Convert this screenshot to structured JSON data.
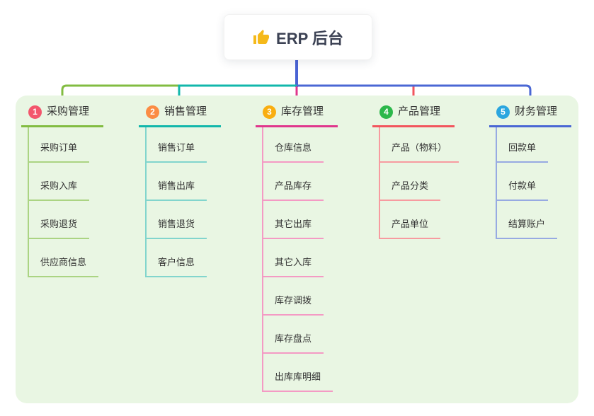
{
  "root": {
    "label": "ERP 后台",
    "icon": "thumbs-up"
  },
  "branches": [
    {
      "number": "1",
      "title": "采购管理",
      "badge_color": "#f3566c",
      "line_color": "#82bc41",
      "sub_line_color": "#abd483",
      "items": [
        "采购订单",
        "采购入库",
        "采购退货",
        "供应商信息"
      ]
    },
    {
      "number": "2",
      "title": "销售管理",
      "badge_color": "#fb8c44",
      "line_color": "#12b7ab",
      "sub_line_color": "#82d5cd",
      "items": [
        "销售订单",
        "销售出库",
        "销售退货",
        "客户信息"
      ]
    },
    {
      "number": "3",
      "title": "库存管理",
      "badge_color": "#f9ae11",
      "line_color": "#e0368c",
      "sub_line_color": "#f49ac4",
      "items": [
        "仓库信息",
        "产品库存",
        "其它出库",
        "其它入库",
        "库存调拨",
        "库存盘点",
        "出库库明细"
      ]
    },
    {
      "number": "4",
      "title": "产品管理",
      "badge_color": "#2cb84b",
      "line_color": "#f2555d",
      "sub_line_color": "#f79ba0",
      "items": [
        "产品（物料）",
        "产品分类",
        "产品单位"
      ]
    },
    {
      "number": "5",
      "title": "财务管理",
      "badge_color": "#2ba6df",
      "line_color": "#4a67d4",
      "sub_line_color": "#97aae2",
      "items": [
        "回款单",
        "付款单",
        "结算账户"
      ]
    }
  ],
  "colors": {
    "root_connector": "#4a63d4",
    "panel_bg": "#e9f6e3",
    "text": "#333333",
    "root_text": "#3c4254",
    "node_bg": "#ffffff"
  }
}
